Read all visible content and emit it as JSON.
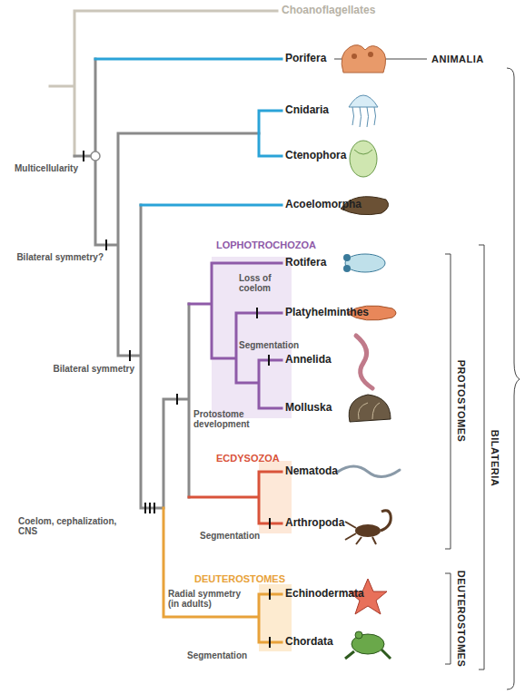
{
  "diagram": {
    "labels": [
      "Choanoflagellates",
      "ANIMALIA",
      "Porifera",
      "Cnidaria",
      "Ctenophora",
      "Multicellularity",
      "Acoelomorpha",
      "Bilateral symmetry?",
      "LOPHOTROCHOZOA",
      "Rotifera",
      "Loss of coelom",
      "Platyhelminthes",
      "Segmentation",
      "Annelida",
      "Molluska",
      "Bilateral symmetry",
      "Protostome development",
      "PROTOSTOMES",
      "BILATERIA",
      "ECDYSOZOA",
      "Nematoda",
      "Arthropoda",
      "Segmentation",
      "Coelom, cephalization, CNS",
      "DEUTEROSTOMES",
      "Radial symmetry (in adults)",
      "Echinodermata",
      "DEUTEROSTOMES",
      "Chordata",
      "Segmentation"
    ]
  }
}
